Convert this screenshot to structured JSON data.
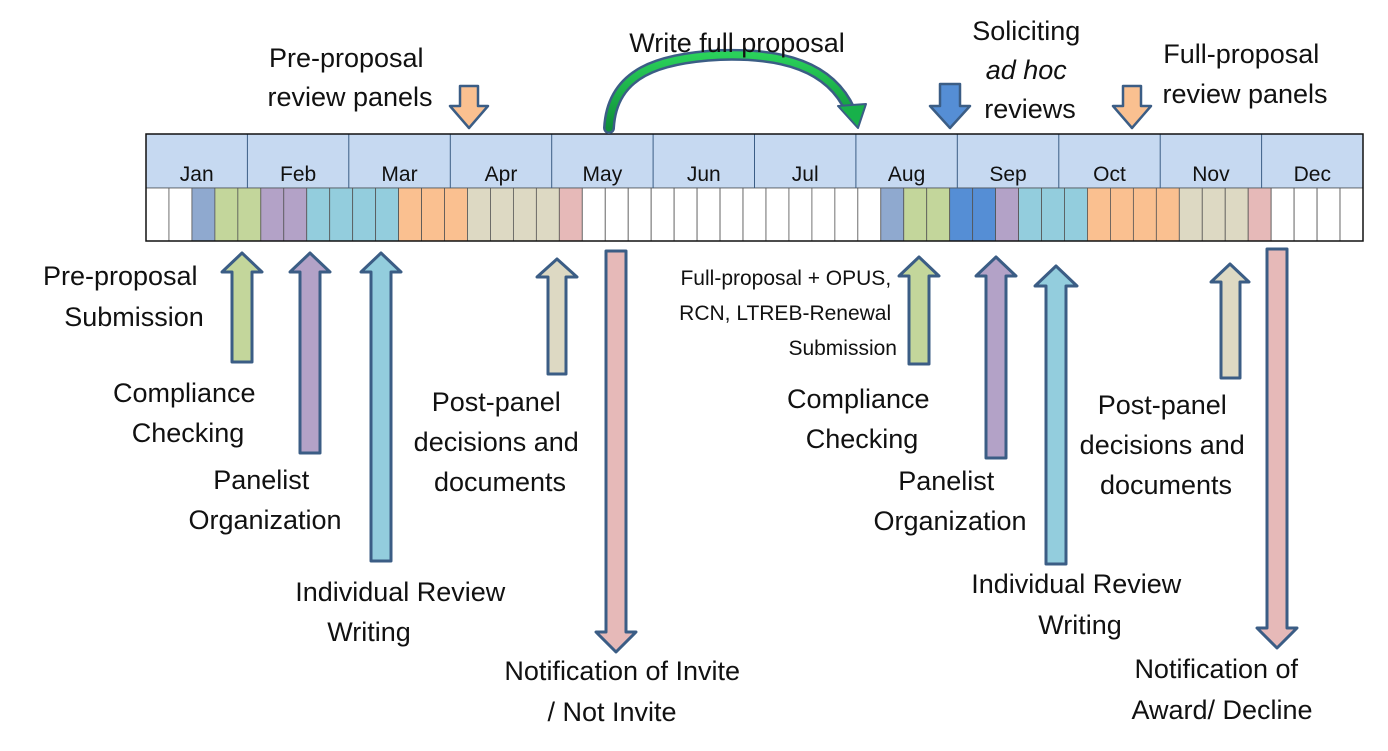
{
  "months": [
    "Jan",
    "Feb",
    "Mar",
    "Apr",
    "May",
    "Jun",
    "Jul",
    "Aug",
    "Sep",
    "Oct",
    "Nov",
    "Dec"
  ],
  "week_colors": [
    "#ffffff",
    "#ffffff",
    "#8fa9cf",
    "#c3d69b",
    "#c3d69b",
    "#b3a2c7",
    "#b3a2c7",
    "#93cddd",
    "#93cddd",
    "#93cddd",
    "#93cddd",
    "#fac090",
    "#fac090",
    "#fac090",
    "#ddd9c3",
    "#ddd9c3",
    "#ddd9c3",
    "#ddd9c3",
    "#e6b9b8",
    "#ffffff",
    "#ffffff",
    "#ffffff",
    "#ffffff",
    "#ffffff",
    "#ffffff",
    "#ffffff",
    "#ffffff",
    "#ffffff",
    "#ffffff",
    "#ffffff",
    "#ffffff",
    "#ffffff",
    "#8fa9cf",
    "#c3d69b",
    "#c3d69b",
    "#558ed5",
    "#558ed5",
    "#b3a2c7",
    "#93cddd",
    "#93cddd",
    "#93cddd",
    "#fac090",
    "#fac090",
    "#fac090",
    "#fac090",
    "#ddd9c3",
    "#ddd9c3",
    "#ddd9c3",
    "#e6b9b8",
    "#ffffff",
    "#ffffff",
    "#ffffff",
    "#ffffff"
  ],
  "colors": {
    "header_fill": "#c6d9f1",
    "border": "#3b5d85",
    "arrow_outline": "#3b5d85",
    "green": "#c3d69b",
    "purple": "#b3a2c7",
    "teal": "#93cddd",
    "tan": "#ddd9c3",
    "pink": "#e6b9b8",
    "orange": "#fac090",
    "blue": "#558ed5",
    "curve_green": "#18b14a"
  },
  "labels": {
    "pre_proposal_panels": [
      "Pre-proposal",
      "review panels"
    ],
    "write_full_proposal": "Write full proposal",
    "soliciting": [
      "Soliciting",
      "ad hoc",
      "reviews"
    ],
    "full_proposal_panels": [
      "Full-proposal",
      "review panels"
    ],
    "pre_proposal_submission": [
      "Pre-proposal",
      "Submission"
    ],
    "compliance_1": [
      "Compliance",
      "Checking"
    ],
    "panelist_org_1": [
      "Panelist",
      "Organization"
    ],
    "individual_review_1": [
      "Individual Review",
      "Writing"
    ],
    "post_panel_1": [
      "Post-panel",
      "decisions and",
      "documents"
    ],
    "notification_invite": [
      "Notification of Invite",
      "/ Not Invite"
    ],
    "full_proposal_submission": [
      "Full-proposal + OPUS,",
      "RCN, LTREB-Renewal",
      "Submission"
    ],
    "compliance_2": [
      "Compliance",
      "Checking"
    ],
    "panelist_org_2": [
      "Panelist",
      "Organization"
    ],
    "individual_review_2": [
      "Individual Review",
      "Writing"
    ],
    "post_panel_2": [
      "Post-panel",
      "decisions and",
      "documents"
    ],
    "notification_award": [
      "Notification of",
      "Award/ Decline"
    ]
  }
}
